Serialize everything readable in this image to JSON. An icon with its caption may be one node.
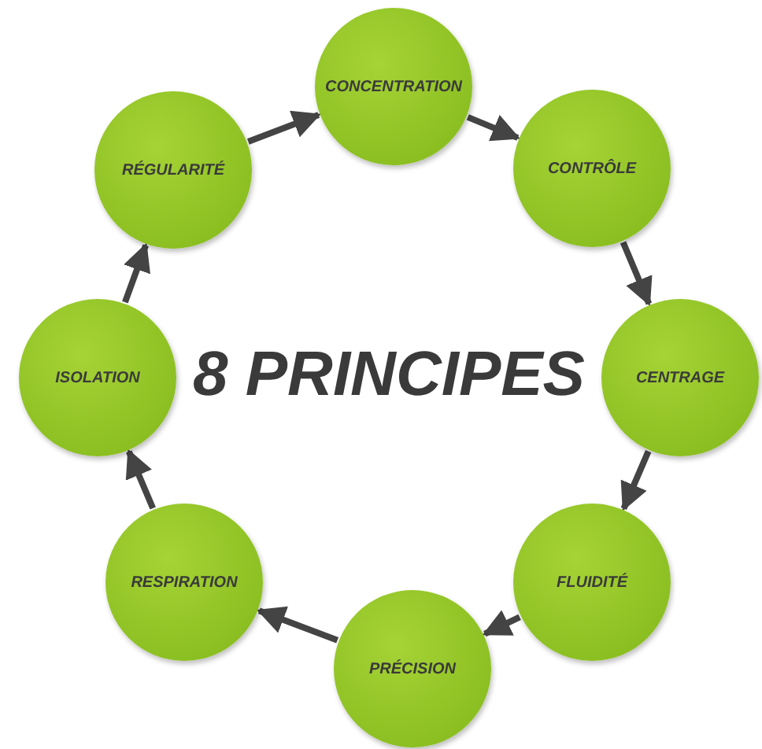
{
  "diagram": {
    "title": "8 PRINCIPES",
    "nodes": [
      {
        "text": [
          "CONCENTRATION"
        ]
      },
      {
        "text": [
          "CONTRÔLE"
        ]
      },
      {
        "text": [
          "CENTRAGE"
        ]
      },
      {
        "text": [
          "FLUIDITÉ"
        ]
      },
      {
        "text": [
          "PRÉCISION"
        ]
      },
      {
        "text": [
          "RESPIRATION"
        ]
      },
      {
        "text": [
          "ISOLATION"
        ]
      },
      {
        "text": [
          "RÉGULARITÉ"
        ]
      }
    ],
    "edges": [
      {
        "from": 0,
        "to": 1,
        "arrow": "to"
      },
      {
        "from": 1,
        "to": 2,
        "arrow": "to"
      },
      {
        "from": 2,
        "to": 3,
        "arrow": "to"
      },
      {
        "from": 3,
        "to": 4,
        "arrow": "to"
      },
      {
        "from": 4,
        "to": 5,
        "arrow": "to"
      },
      {
        "from": 5,
        "to": 6,
        "arrow": "to"
      },
      {
        "from": 6,
        "to": 7,
        "arrow": "to"
      },
      {
        "from": 7,
        "to": 0,
        "arrow": "to"
      }
    ]
  }
}
